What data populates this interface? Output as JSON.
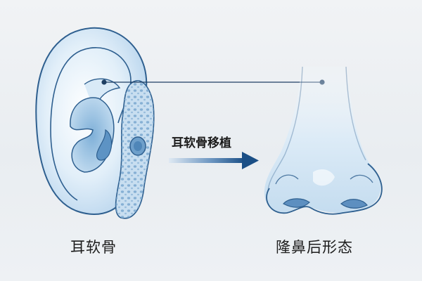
{
  "labels": {
    "ear": "耳软骨",
    "nose": "隆鼻后形态",
    "arrow": "耳软骨移植"
  },
  "colors": {
    "outline": "#2e5f8f",
    "skin_light": "#eef6fc",
    "skin_mid": "#cfe3f3",
    "skin_deep": "#9cc3e2",
    "cartilage": "#c8def0",
    "cartilage_hole": "#7aa8cf",
    "connector": "#1f3f63",
    "arrow_dark": "#1b4f86",
    "arrow_light": "#dfe9f3"
  },
  "icons": {
    "ear": "ear-illustration",
    "nose": "nose-illustration",
    "arrow": "right-arrow"
  }
}
